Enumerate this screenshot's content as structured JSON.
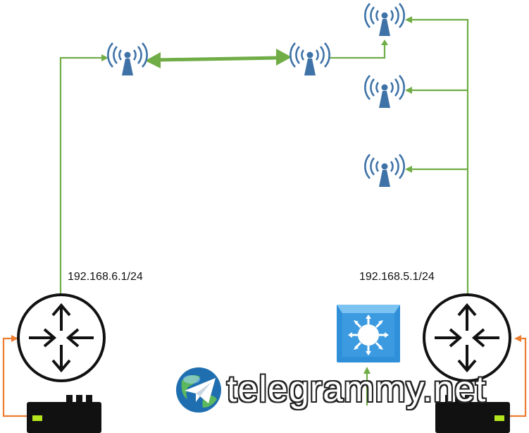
{
  "labels": {
    "left_subnet": "192.168.6.1/24",
    "right_subnet": "192.168.5.1/24"
  },
  "watermark": {
    "text": "telegrammy.net"
  },
  "icons": {
    "access_point": "wifi-tower-icon",
    "router": "router-icon",
    "switch": "switch-icon",
    "modem": "modem-icon",
    "watermark_logo": "telegram-globe-icon"
  },
  "colors": {
    "link_green": "#70ad47",
    "link_orange": "#ed7d31",
    "antenna_blue": "#3f73a8",
    "switch_blue": "#2f8fd8",
    "device_black": "#111111"
  }
}
